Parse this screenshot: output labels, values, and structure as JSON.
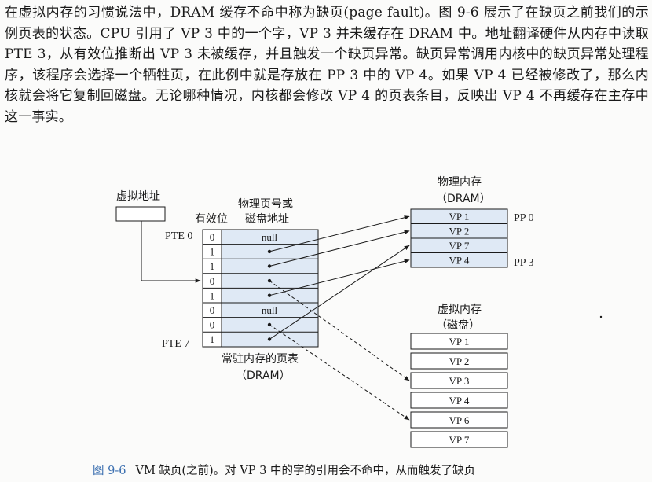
{
  "paragraph": {
    "text": "在虚拟内存的习惯说法中，DRAM 缓存不命中称为缺页(page fault)。图 9-6 展示了在缺页之前我们的示例页表的状态。CPU 引用了 VP 3 中的一个字，VP 3 并未缓存在 DRAM 中。地址翻译硬件从内存中读取 PTE 3，从有效位推断出 VP 3 未被缓存，并且触发一个缺页异常。缺页异常调用内核中的缺页异常处理程序，该程序会选择一个牺牲页，在此例中就是存放在 PP 3 中的 VP 4。如果 VP 4 已经被修改了，那么内核就会将它复制回磁盘。无论哪种情况，内核都会修改 VP 4 的页表条目，反映出 VP 4 不再缓存在主存中这一事实。"
  },
  "figure": {
    "virtual_address_label": "虚拟地址",
    "valid_header": "有效位",
    "ppn_header_line1": "物理页号或",
    "ppn_header_line2": "磁盘地址",
    "pte0_label": "PTE 0",
    "pte7_label": "PTE 7",
    "page_table_rows": [
      {
        "valid": "0",
        "addr": "null"
      },
      {
        "valid": "1",
        "addr": ""
      },
      {
        "valid": "1",
        "addr": ""
      },
      {
        "valid": "0",
        "addr": ""
      },
      {
        "valid": "1",
        "addr": ""
      },
      {
        "valid": "0",
        "addr": "null"
      },
      {
        "valid": "0",
        "addr": ""
      },
      {
        "valid": "1",
        "addr": ""
      }
    ],
    "page_table_caption_line1": "常驻内存的页表",
    "page_table_caption_line2": "（DRAM）",
    "physical_memory_title_line1": "物理内存",
    "physical_memory_title_line2": "（DRAM）",
    "physical_pages": [
      "VP 1",
      "VP 2",
      "VP 7",
      "VP 4"
    ],
    "pp0_label": "PP 0",
    "pp3_label": "PP 3",
    "virtual_memory_title_line1": "虚拟内存",
    "virtual_memory_title_line2": "（磁盘）",
    "virtual_pages": [
      "VP 1",
      "VP 2",
      "VP 3",
      "VP 4",
      "VP 6",
      "VP 7"
    ]
  },
  "caption": {
    "number": "图 9-6",
    "text": "VM 缺页(之前)。对 VP 3 中的字的引用会不命中，从而触发了缺页"
  }
}
